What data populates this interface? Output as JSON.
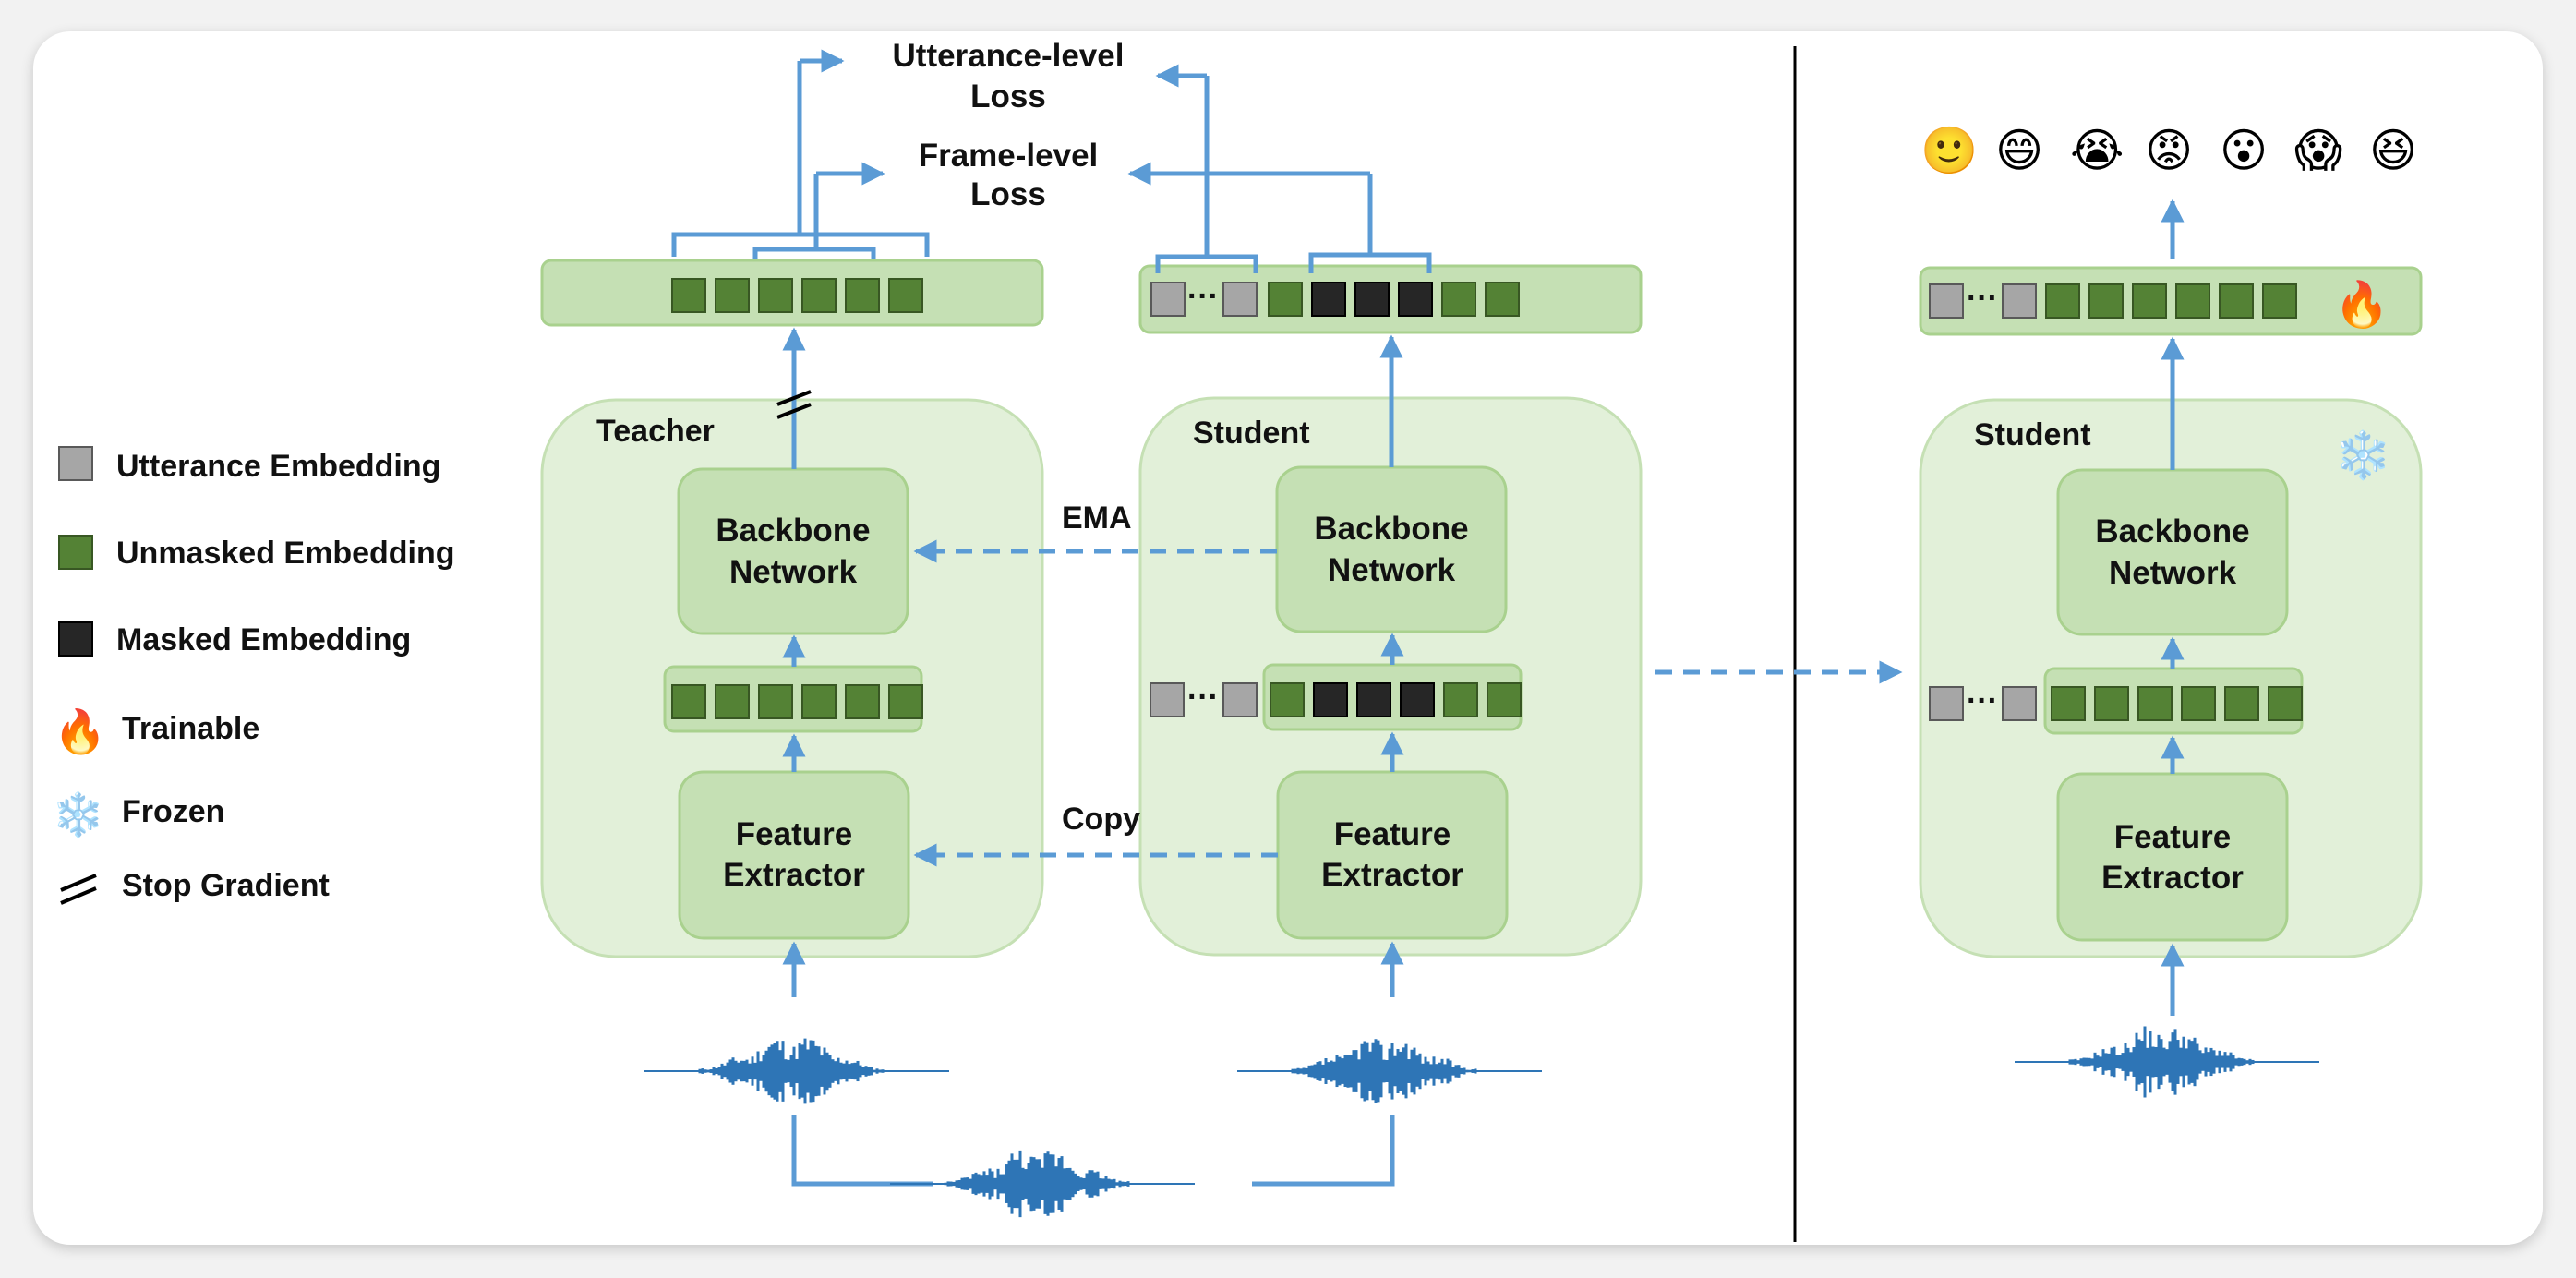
{
  "legend": {
    "utterance": "Utterance Embedding",
    "unmasked": "Unmasked Embedding",
    "masked": "Masked Embedding",
    "trainable": "Trainable",
    "frozen": "Frozen",
    "stop_gradient": "Stop Gradient"
  },
  "losses": {
    "utterance_line1": "Utterance-level",
    "utterance_line2": "Loss",
    "frame_line1": "Frame-level",
    "frame_line2": "Loss"
  },
  "teacher": {
    "title": "Teacher",
    "backbone_line1": "Backbone",
    "backbone_line2": "Network",
    "extractor_line1": "Feature",
    "extractor_line2": "Extractor"
  },
  "student": {
    "title": "Student",
    "backbone_line1": "Backbone",
    "backbone_line2": "Network",
    "extractor_line1": "Feature",
    "extractor_line2": "Extractor"
  },
  "finetune": {
    "title": "Student",
    "backbone_line1": "Backbone",
    "backbone_line2": "Network",
    "extractor_line1": "Feature",
    "extractor_line2": "Extractor"
  },
  "arrows": {
    "ema": "EMA",
    "copy": "Copy"
  },
  "emotions": [
    "🙂",
    "😄",
    "😭",
    "😡",
    "😮",
    "😱",
    "😆"
  ],
  "icons": {
    "trainable": "🔥",
    "frozen": "❄️"
  },
  "colors": {
    "box_fill": "#e2f0d9",
    "box_stroke": "#c5e0b4",
    "module_fill": "#c5e0b4",
    "module_stroke": "#a9d18e",
    "unmasked": "#548235",
    "masked": "#262626",
    "utterance": "#a6a6a6",
    "arrow": "#5b9bd5",
    "wave": "#2e75b6"
  }
}
